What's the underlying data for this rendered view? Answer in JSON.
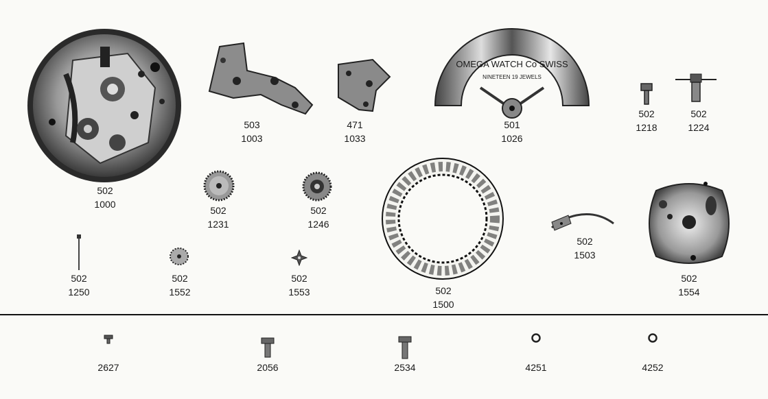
{
  "parts": [
    {
      "id": "p1000",
      "caliber": "502",
      "number": "1000"
    },
    {
      "id": "p1003",
      "caliber": "503",
      "number": "1003"
    },
    {
      "id": "p1033",
      "caliber": "471",
      "number": "1033"
    },
    {
      "id": "p1026",
      "caliber": "501",
      "number": "1026",
      "inscription_line1": "OMEGA WATCH Co SWISS",
      "inscription_line2": "NINETEEN 19 JEWELS"
    },
    {
      "id": "p1218",
      "caliber": "502",
      "number": "1218"
    },
    {
      "id": "p1224",
      "caliber": "502",
      "number": "1224"
    },
    {
      "id": "p1231",
      "caliber": "502",
      "number": "1231"
    },
    {
      "id": "p1246",
      "caliber": "502",
      "number": "1246"
    },
    {
      "id": "p1500",
      "caliber": "502",
      "number": "1500"
    },
    {
      "id": "p1503",
      "caliber": "502",
      "number": "1503"
    },
    {
      "id": "p1554",
      "caliber": "502",
      "number": "1554"
    },
    {
      "id": "p1250",
      "caliber": "502",
      "number": "1250"
    },
    {
      "id": "p1552",
      "caliber": "502",
      "number": "1552"
    },
    {
      "id": "p1553",
      "caliber": "502",
      "number": "1553"
    }
  ],
  "screws": [
    {
      "id": "s2627",
      "number": "2627"
    },
    {
      "id": "s2056",
      "number": "2056"
    },
    {
      "id": "s2534",
      "number": "2534"
    },
    {
      "id": "s4251",
      "number": "4251"
    },
    {
      "id": "s4252",
      "number": "4252"
    }
  ]
}
